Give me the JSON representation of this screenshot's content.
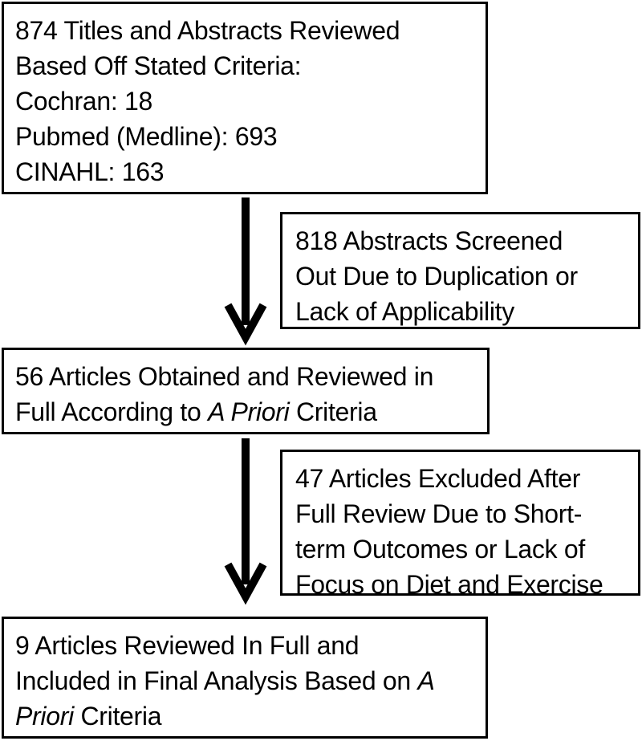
{
  "boxes": {
    "identified": {
      "lines": [
        "874 Titles and Abstracts Reviewed",
        "Based Off Stated Criteria:",
        "Cochran: 18",
        "Pubmed (Medline): 693",
        "CINAHL: 163"
      ]
    },
    "screened_out": {
      "lines": [
        "818 Abstracts Screened",
        "Out Due to Duplication or",
        "Lack of Applicability"
      ]
    },
    "full_text": {
      "line1": "56 Articles Obtained and Reviewed in",
      "line2_pre": "Full According to ",
      "line2_em": "A Priori",
      "line2_post": " Criteria"
    },
    "excluded": {
      "lines": [
        "47 Articles Excluded After",
        "Full Review Due to Short-",
        "term Outcomes or Lack of",
        "Focus on Diet and Exercise"
      ]
    },
    "included": {
      "line1": "9 Articles Reviewed In Full and",
      "line2_pre": "Included in Final Analysis Based on ",
      "line2_em": "A",
      "line3_em": "Priori",
      "line3_post": " Criteria"
    }
  },
  "colors": {
    "stroke": "#000000",
    "background": "#ffffff",
    "text": "#000000"
  }
}
